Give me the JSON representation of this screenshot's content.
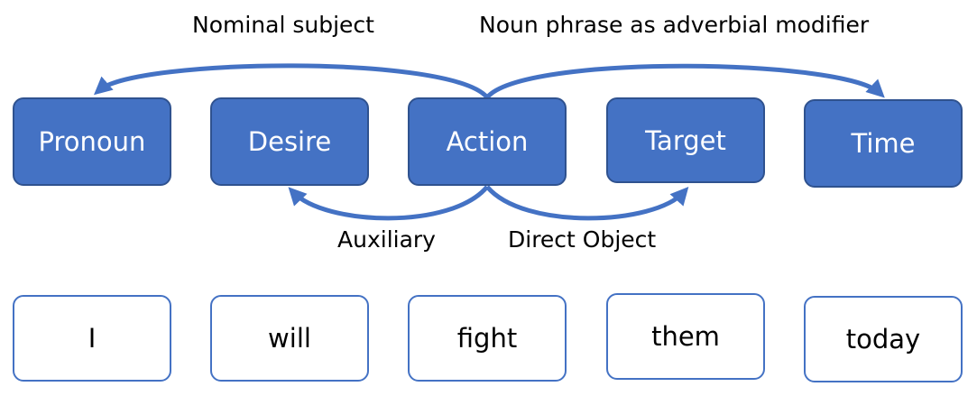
{
  "roles": [
    "Pronoun",
    "Desire",
    "Action",
    "Target",
    "Time"
  ],
  "words": [
    "I",
    "will",
    "fight",
    "them",
    "today"
  ],
  "relations": {
    "nsubj": "Nominal subject",
    "npadvmod": "Noun phrase as adverbial modifier",
    "aux": "Auxiliary",
    "dobj": "Direct Object"
  },
  "colors": {
    "role_fill": "#4472c4",
    "role_border": "#2f528f",
    "arrow": "#4472c4",
    "word_border": "#4472c4"
  }
}
